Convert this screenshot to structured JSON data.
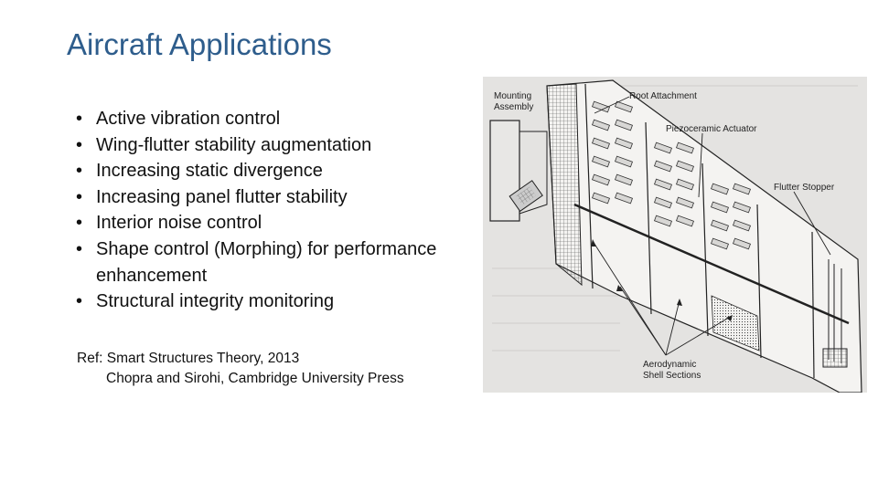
{
  "slide": {
    "title": "Aircraft Applications",
    "bullets": [
      "Active vibration control",
      "Wing-flutter stability augmentation",
      "Increasing static divergence",
      "Increasing panel flutter stability",
      "Interior noise control",
      "Shape control (Morphing) for performance enhancement",
      "Structural integrity monitoring"
    ],
    "reference": {
      "line1": "Ref: Smart Structures Theory, 2013",
      "line2": "Chopra and Sirohi, Cambridge University Press"
    }
  },
  "figure": {
    "labels": {
      "mounting": "Mounting",
      "assembly": "Assembly",
      "root_attachment": "Root Attachment",
      "piezo_actuator": "Piezoceramic Actuator",
      "flutter_stopper": "Flutter Stopper",
      "aero1": "Aerodynamic",
      "aero2": "Shell Sections"
    }
  }
}
